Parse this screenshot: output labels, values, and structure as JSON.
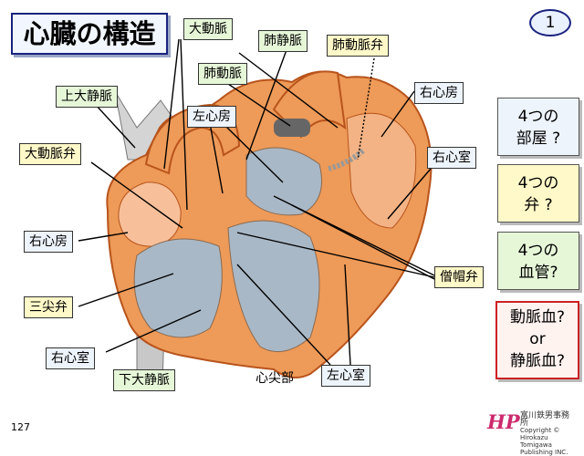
{
  "title": "心臓の構造",
  "page_number": "1",
  "slide_number": "127",
  "labels": {
    "aorta": "大動脈",
    "pulmonary_vein": "肺静脈",
    "pulmonary_valve": "肺動脈弁",
    "pulmonary_artery": "肺動脈",
    "superior_vena_cava": "上大静脈",
    "left_atrium": "左心房",
    "right_atrium_top": "右心房",
    "right_ventricle_right": "右心室",
    "aortic_valve": "大動脈弁",
    "right_atrium_left": "右心房",
    "tricuspid_valve": "三尖弁",
    "mitral_valve": "僧帽弁",
    "right_ventricle_left": "右心室",
    "inferior_vena_cava": "下大静脈",
    "apex": "心尖部",
    "left_ventricle": "左心室"
  },
  "questions": [
    {
      "lines": [
        "4つの",
        "部屋 ?"
      ],
      "bg": "#eef4fc",
      "border": "#555555"
    },
    {
      "lines": [
        "4つの",
        "弁 ?"
      ],
      "bg": "#fff8c8",
      "border": "#555555"
    },
    {
      "lines": [
        "4つの",
        "血管?"
      ],
      "bg": "#e6f7d8",
      "border": "#555555"
    },
    {
      "lines": [
        "動脈血?",
        "or",
        "静脈血?"
      ],
      "bg": "#fff3f0",
      "border": "#cc2222"
    }
  ],
  "logo": {
    "mark": "HP",
    "name": "富川鉄男事務所",
    "copyright": "Copyright © Hirokazu Tomigawa Publishing INC."
  },
  "colors": {
    "heart_wall": "#ee9a58",
    "heart_dark": "#b8541c",
    "chamber": "#a9b8c6",
    "vessel": "#c8c8c8"
  }
}
